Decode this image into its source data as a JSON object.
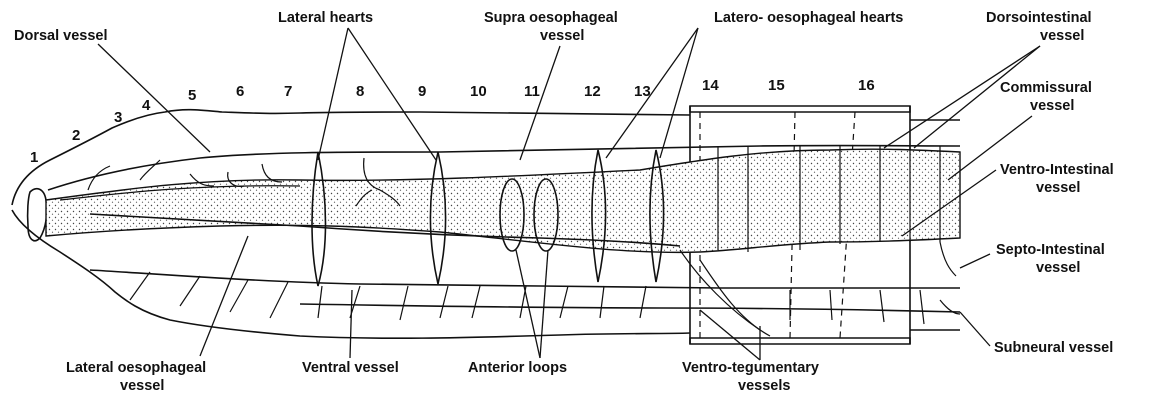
{
  "labels": {
    "dorsal_vessel": "Dorsal vessel",
    "lateral_hearts": "Lateral hearts",
    "supra_oesophageal_1": "Supra oesophageal",
    "supra_oesophageal_2": "vessel",
    "latero_oesophageal_hearts": "Latero- oesophageal hearts",
    "dorsointestinal_1": "Dorsointestinal",
    "dorsointestinal_2": "vessel",
    "commissural_1": "Commissural",
    "commissural_2": "vessel",
    "ventro_intestinal_1": "Ventro-Intestinal",
    "ventro_intestinal_2": "vessel",
    "septo_intestinal_1": "Septo-Intestinal",
    "septo_intestinal_2": "vessel",
    "subneural": "Subneural vessel",
    "ventro_tegumentary_1": "Ventro-tegumentary",
    "ventro_tegumentary_2": "vessels",
    "anterior_loops": "Anterior loops",
    "ventral_vessel": "Ventral vessel",
    "lateral_oesophageal_1": "Lateral oesophageal",
    "lateral_oesophageal_2": "vessel"
  },
  "segments": [
    "1",
    "2",
    "3",
    "4",
    "5",
    "6",
    "7",
    "8",
    "9",
    "10",
    "11",
    "12",
    "13",
    "14",
    "15",
    "16"
  ]
}
